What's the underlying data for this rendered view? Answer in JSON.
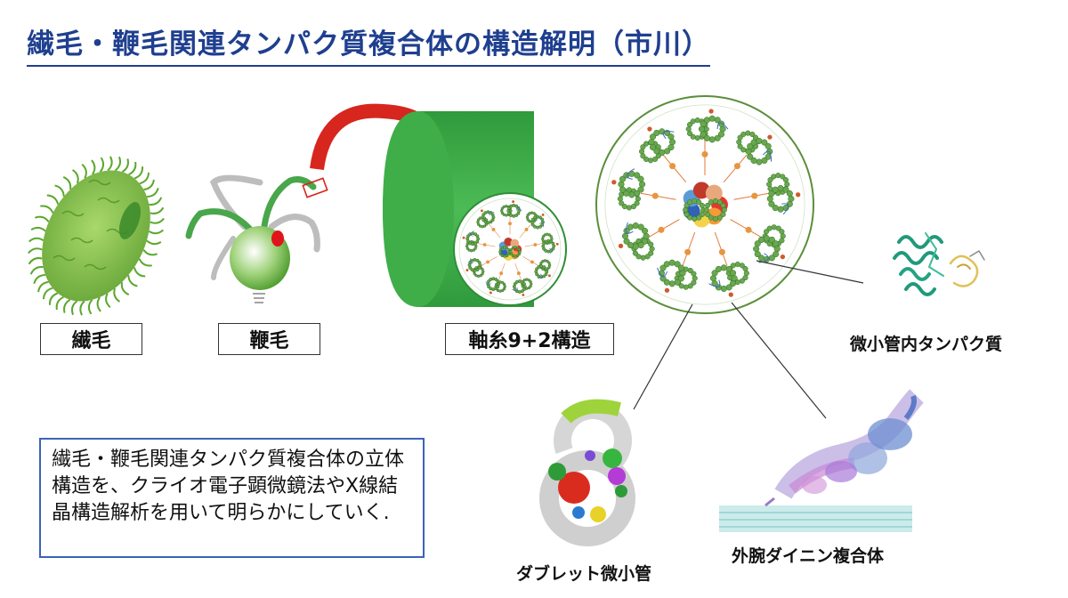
{
  "title": "繊毛・鞭毛関連タンパク質複合体の構造解明（市川）",
  "labels": {
    "cilia": "繊毛",
    "flagella": "鞭毛",
    "axoneme": "軸糸9+2構造",
    "mip": "微小管内タンパク質",
    "doublet": "ダブレット微小管",
    "dynein": "外腕ダイニン複合体"
  },
  "description": "繊毛・鞭毛関連タンパク質複合体の立体構造を、クライオ電子顕微鏡法やX線結晶構造解析を用いて明らかにしていく.",
  "colors": {
    "title": "#1f3f8f",
    "cilia_green": "#6fbf3a",
    "cylinder_green": "#3fae49",
    "arrow_red": "#d7261e",
    "box_border": "#3b64b6"
  },
  "icons": [
    "paramecium-icon",
    "chlamydomonas-icon",
    "red-arrow-icon",
    "axoneme-cylinder-icon",
    "axoneme-cross-section-icon",
    "mip-structure-icon",
    "doublet-microtubule-structure-icon",
    "outer-arm-dynein-structure-icon"
  ]
}
